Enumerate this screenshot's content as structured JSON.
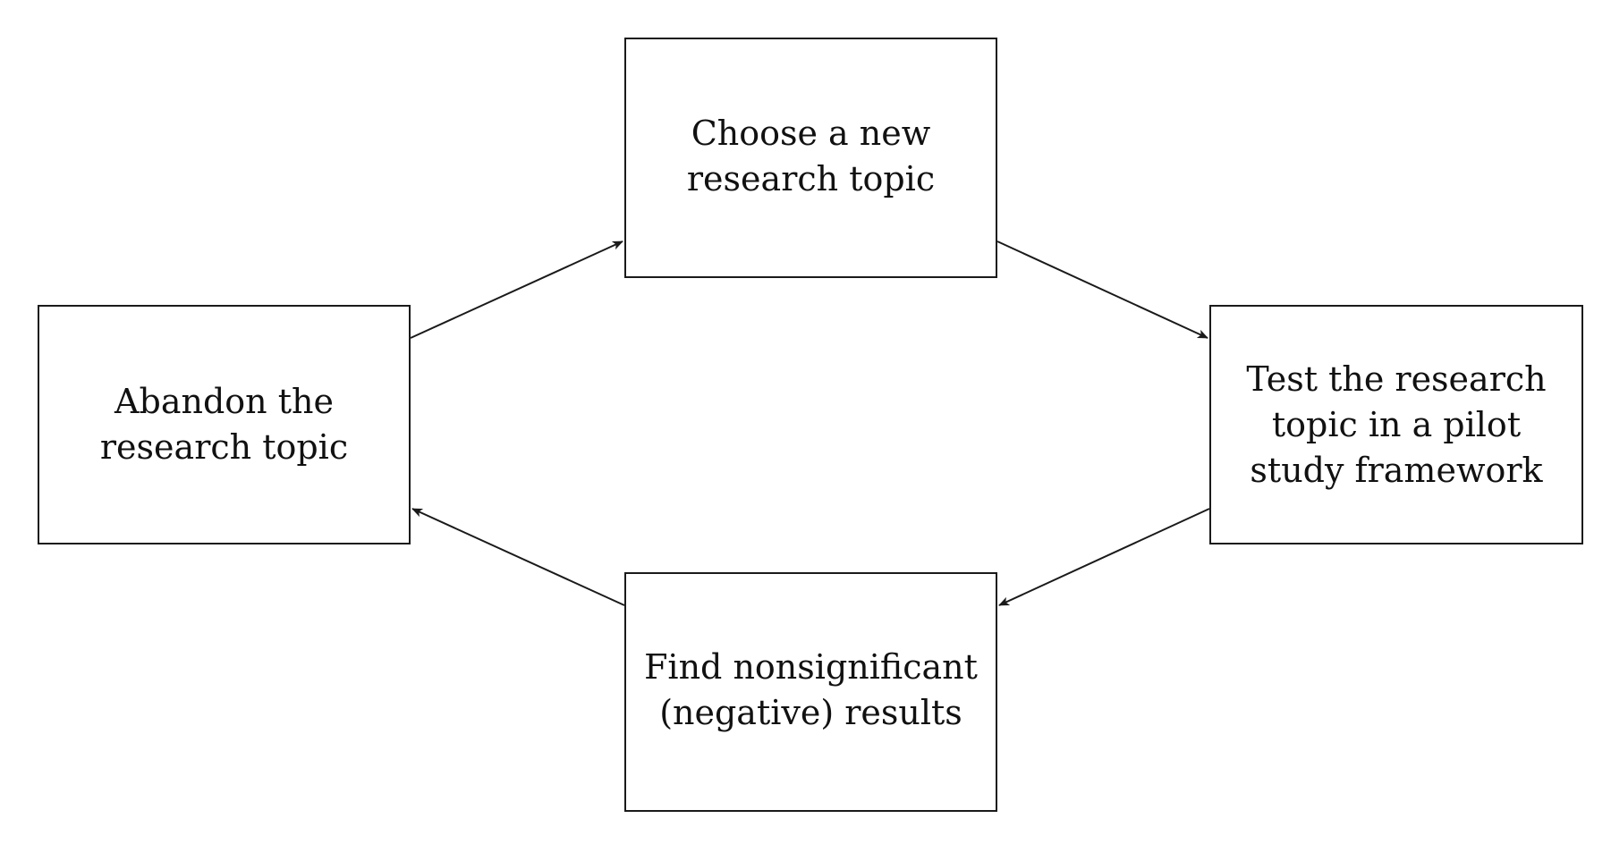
{
  "diagram": {
    "nodes": {
      "top": {
        "lines": [
          "Choose a new",
          "research topic"
        ]
      },
      "right": {
        "lines": [
          "Test the research",
          "topic in a pilot",
          "study framework"
        ]
      },
      "bottom": {
        "lines": [
          "Find nonsignificant",
          "(negative) results"
        ]
      },
      "left": {
        "lines": [
          "Abandon the",
          "research topic"
        ]
      }
    },
    "edges": [
      {
        "from": "left",
        "to": "top"
      },
      {
        "from": "top",
        "to": "right"
      },
      {
        "from": "right",
        "to": "bottom"
      },
      {
        "from": "bottom",
        "to": "left"
      }
    ],
    "colors": {
      "stroke": "#1a1a1a",
      "text": "#111111",
      "background": "#ffffff"
    }
  }
}
